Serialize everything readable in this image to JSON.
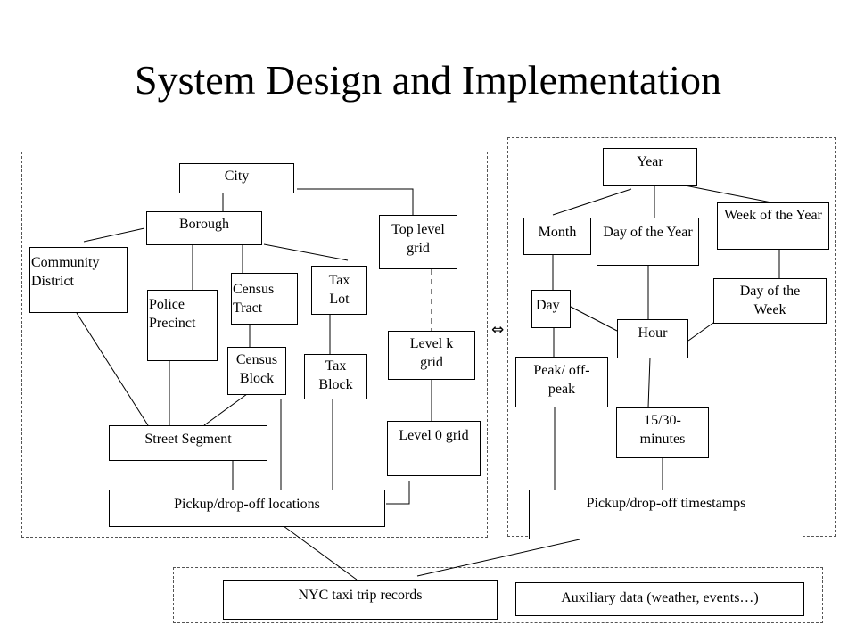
{
  "slide": {
    "title": "System Design and Implementation"
  },
  "spatial": {
    "city": "City",
    "borough": "Borough",
    "top_level_grid": "Top level grid",
    "community_district": "Community District",
    "police_precinct": "Police Precinct",
    "census_tract": "Census Tract",
    "tax_lot": "Tax Lot",
    "census_block": "Census Block",
    "tax_block": "Tax Block",
    "level_k_grid": "Level k grid",
    "level_0_grid": "Level 0 grid",
    "street_segment": "Street Segment",
    "pickup_dropoff_locations": "Pickup/drop-off locations"
  },
  "temporal": {
    "year": "Year",
    "month": "Month",
    "day_of_the_year": "Day of the Year",
    "week_of_the_year": "Week of the Year",
    "day": "Day",
    "day_of_the_week": "Day of the Week",
    "hour": "Hour",
    "peak_offpeak": "Peak/ off-peak",
    "minutes": "15/30- minutes",
    "pickup_dropoff_timestamps": "Pickup/drop-off timestamps"
  },
  "data_sources": {
    "nyc_taxi_trip_records": "NYC taxi trip records",
    "auxiliary_data": "Auxiliary data (weather, events…)"
  },
  "symbols": {
    "relation_symbol": "⇔"
  }
}
